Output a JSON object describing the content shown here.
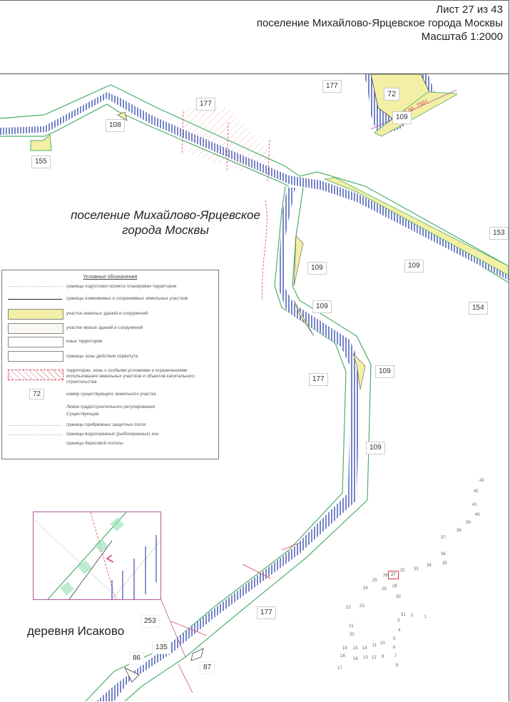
{
  "header": {
    "sheet": "Лист 27 из 43",
    "settlement": "поселение Михайлово-Ярцевское города Москвы",
    "scale": "Масштаб 1:2000"
  },
  "map": {
    "place_labels": {
      "settlement_line1": "поселение Михайлово-Ярцевское",
      "settlement_line2": "города Москвы",
      "village": "деревня Исаково"
    },
    "road_label": "пр.пр. 7581",
    "parcel_labels": [
      {
        "id": "p177a",
        "text": "177"
      },
      {
        "id": "p72",
        "text": "72"
      },
      {
        "id": "p109a",
        "text": "109"
      },
      {
        "id": "p177b",
        "text": "177"
      },
      {
        "id": "p108",
        "text": "108"
      },
      {
        "id": "p155",
        "text": "155"
      },
      {
        "id": "p153",
        "text": "153"
      },
      {
        "id": "p109b",
        "text": "109"
      },
      {
        "id": "p109c",
        "text": "109"
      },
      {
        "id": "p154",
        "text": "154"
      },
      {
        "id": "p109d",
        "text": "109"
      },
      {
        "id": "p177c",
        "text": "177"
      },
      {
        "id": "p109e",
        "text": "109"
      },
      {
        "id": "p109f",
        "text": "109"
      },
      {
        "id": "p177d",
        "text": "177"
      },
      {
        "id": "p253",
        "text": "253"
      },
      {
        "id": "p135",
        "text": "135"
      },
      {
        "id": "p86",
        "text": "86"
      },
      {
        "id": "p87",
        "text": "87"
      }
    ],
    "sheet_index": {
      "numbers": [
        "43",
        "42",
        "41",
        "40",
        "39",
        "38",
        "37",
        "36",
        "35",
        "34",
        "33",
        "32",
        "27",
        "26",
        "25",
        "28",
        "29",
        "24",
        "30",
        "22",
        "23",
        "31",
        "2",
        "1",
        "3",
        "21",
        "4",
        "20",
        "5",
        "10",
        "11",
        "19",
        "15",
        "14",
        "6",
        "18",
        "16",
        "13",
        "12",
        "9",
        "7",
        "8",
        "17"
      ],
      "current": "27"
    }
  },
  "legend": {
    "title": "Условные обозначения",
    "items": [
      {
        "text": "границы подготовки проекта планировки территории"
      },
      {
        "text": "границы изменяемых и сохраняемых земельных участков"
      },
      {
        "text": "участки нежилых зданий и сооружений"
      },
      {
        "text": "участки жилых зданий и сооружений"
      },
      {
        "text": "иные территории"
      },
      {
        "text": "границы зоны действия сервитута"
      },
      {
        "text": "территории, зоны с особыми условиями и ограничениями использования земельных участков и объектов капитального строительства"
      },
      {
        "text": "номер существующего земельного участка",
        "sample": "72"
      },
      {
        "text": "Линии градостроительного регулирования"
      },
      {
        "text": "Существующие"
      },
      {
        "text": "границы прибрежных защитных полос"
      },
      {
        "text": "границы водоохранных (рыбоохранных) зон"
      },
      {
        "text": "границы береговой полосы"
      }
    ]
  },
  "colors": {
    "corridor_green": "#4caf6a",
    "hatch_blue": "#3a4fb0",
    "nonresidential_yellow": "#f3efa6",
    "restriction_red": "#d9465f",
    "inset_border": "#b05a9a"
  }
}
